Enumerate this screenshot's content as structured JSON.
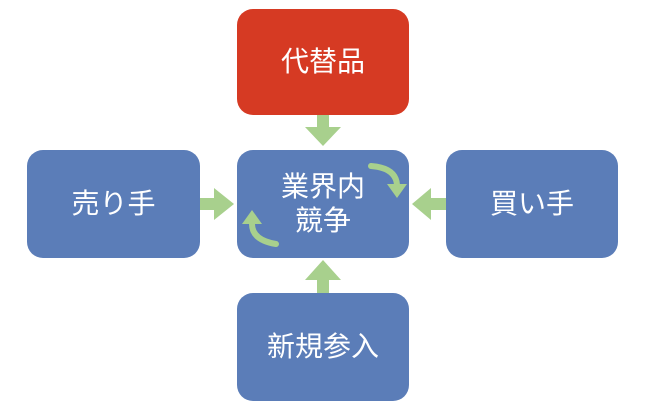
{
  "diagram": {
    "top": {
      "label": "代替品",
      "color": "#d63a23"
    },
    "left": {
      "label": "売り手",
      "color": "#5b7db8"
    },
    "center": {
      "label_line1": "業界内",
      "label_line2": "競争",
      "color": "#5b7db8"
    },
    "right": {
      "label": "買い手",
      "color": "#5b7db8"
    },
    "bottom": {
      "label": "新規参入",
      "color": "#5b7db8"
    },
    "arrow_color": "#a8d08d",
    "arrows": [
      {
        "from": "top",
        "to": "center"
      },
      {
        "from": "left",
        "to": "center"
      },
      {
        "from": "right",
        "to": "center"
      },
      {
        "from": "bottom",
        "to": "center"
      }
    ]
  }
}
